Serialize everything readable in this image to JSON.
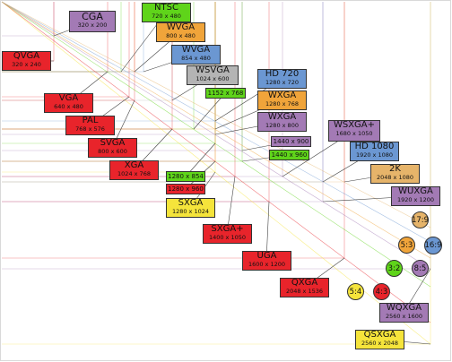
{
  "colors": {
    "red": "#e8242b",
    "purple": "#a37ab5",
    "green": "#5fd41a",
    "orange": "#f0a43a",
    "blue": "#6b97d2",
    "gray": "#b4b4b4",
    "yellow": "#f5e43b",
    "tan": "#e6b46a"
  },
  "resolutions": {
    "cga": {
      "name": "CGA",
      "res": "320 x 200"
    },
    "ntsc": {
      "name": "NTSC",
      "res": "720 x 480"
    },
    "qvga": {
      "name": "QVGA",
      "res": "320 x 240"
    },
    "wvga1": {
      "name": "WVGA",
      "res": "800 x 480"
    },
    "wvga2": {
      "name": "WVGA",
      "res": "854 x 480"
    },
    "wsvga": {
      "name": "WSVGA",
      "res": "1024 x 600"
    },
    "hd720": {
      "name": "HD 720",
      "res": "1280 x 720"
    },
    "vga": {
      "name": "VGA",
      "res": "640 x 480"
    },
    "r1152": {
      "res": "1152 x 768"
    },
    "wxga768": {
      "name": "WXGA",
      "res": "1280 x 768"
    },
    "pal": {
      "name": "PAL",
      "res": "768 x 576"
    },
    "wxga800": {
      "name": "WXGA",
      "res": "1280 x 800"
    },
    "wsxgaplus": {
      "name": "WSXGA+",
      "res": "1680 x 1050"
    },
    "r1440x900": {
      "res": "1440 x 900"
    },
    "svga": {
      "name": "SVGA",
      "res": "800 x 600"
    },
    "hd1080": {
      "name": "HD 1080",
      "res": "1920 x 1080"
    },
    "r1440x960": {
      "res": "1440 x 960"
    },
    "xga": {
      "name": "XGA",
      "res": "1024 x 768"
    },
    "twok": {
      "name": "2K",
      "res": "2048 x 1080"
    },
    "r1280x854": {
      "res": "1280 x 854"
    },
    "r1280x960": {
      "res": "1280 x 960"
    },
    "wuxga": {
      "name": "WUXGA",
      "res": "1920 x 1200"
    },
    "sxga": {
      "name": "SXGA",
      "res": "1280 x 1024"
    },
    "sxgaplus": {
      "name": "SXGA+",
      "res": "1400 x 1050"
    },
    "uga": {
      "name": "UGA",
      "res": "1600 x 1200"
    },
    "qxga": {
      "name": "QXGA",
      "res": "2048 x 1536"
    },
    "wqxga": {
      "name": "WQXGA",
      "res": "2560 x 1600"
    },
    "qsxga": {
      "name": "QSXGA",
      "res": "2560 x 2048"
    }
  },
  "ratios": {
    "r17_9": "17:9",
    "r5_3": "5:3",
    "r16_9": "16:9",
    "r3_2": "3:2",
    "r8_5": "8:5",
    "r5_4": "5:4",
    "r4_3": "4:3"
  }
}
